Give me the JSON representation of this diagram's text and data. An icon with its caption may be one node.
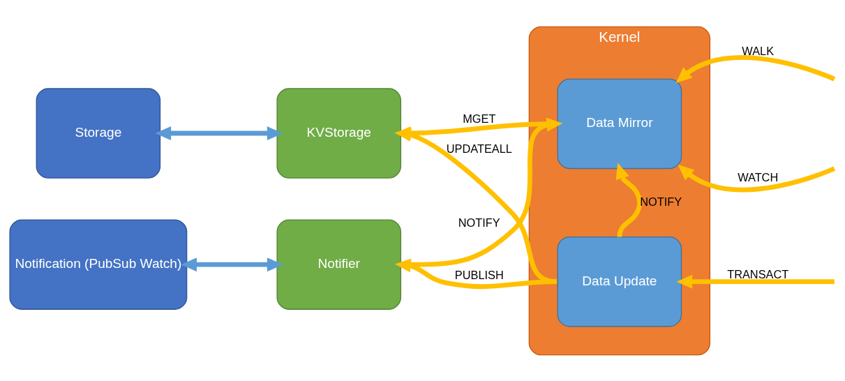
{
  "diagram": {
    "nodes": [
      {
        "text": [
          "Storage"
        ]
      },
      {
        "text": [
          "KVStorage"
        ]
      },
      {
        "text": [
          "Notification (PubSub Watch)"
        ]
      },
      {
        "text": [
          "Notifier"
        ]
      },
      {
        "text": [
          "Kernel"
        ]
      },
      {
        "text": [
          "Data Mirror"
        ],
        "in": 4
      },
      {
        "text": [
          "Data Update"
        ],
        "in": 4
      }
    ],
    "edges": [
      {
        "from": 0,
        "to": 1,
        "arrow": "both",
        "color": "#5b9bd5"
      },
      {
        "from": 2,
        "to": 3,
        "arrow": "both",
        "color": "#5b9bd5"
      },
      {
        "from": 5,
        "to": 1,
        "arrow": "to",
        "label": "MGET"
      },
      {
        "from": 6,
        "to": 1,
        "arrow": "to",
        "label": "UPDATEALL"
      },
      {
        "from": 3,
        "to": 5,
        "arrow": "to",
        "label": "NOTIFY"
      },
      {
        "from": 6,
        "to": 5,
        "arrow": "to",
        "label": "NOTIFY"
      },
      {
        "from": 6,
        "to": 3,
        "arrow": "to",
        "label": "PUBLISH"
      },
      {
        "from": null,
        "to": 5,
        "arrow": "to",
        "label": "WALK"
      },
      {
        "from": null,
        "to": 5,
        "arrow": "to",
        "label": "WATCH"
      },
      {
        "from": null,
        "to": 6,
        "arrow": "to",
        "label": "TRANSACT"
      }
    ]
  }
}
